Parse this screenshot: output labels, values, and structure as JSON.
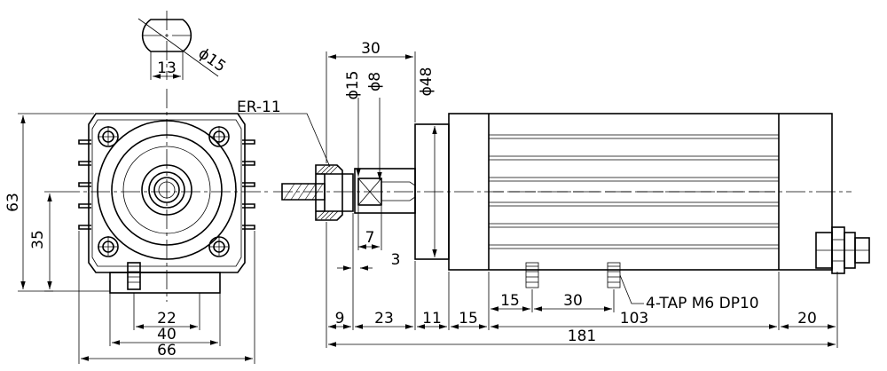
{
  "front_view": {
    "dims": {
      "height_total": "63",
      "height_mount": "35",
      "width_22": "22",
      "width_40": "40",
      "width_66": "66"
    }
  },
  "shaft_detail": {
    "flat_width": "13",
    "diameter": "ϕ15"
  },
  "side_view": {
    "collet_label": "ER-11",
    "dims": {
      "len_30_top": "30",
      "dia_15": "ϕ15",
      "dia_8": "ϕ8",
      "dia_48": "ϕ48",
      "len_7": "7",
      "len_3": "3",
      "len_9": "9",
      "len_23": "23",
      "len_11": "11",
      "len_15a": "15",
      "len_15b": "15",
      "len_30": "30",
      "len_103": "103",
      "len_20": "20",
      "len_181": "181"
    },
    "tap_note": "4-TAP M6 DP10"
  }
}
